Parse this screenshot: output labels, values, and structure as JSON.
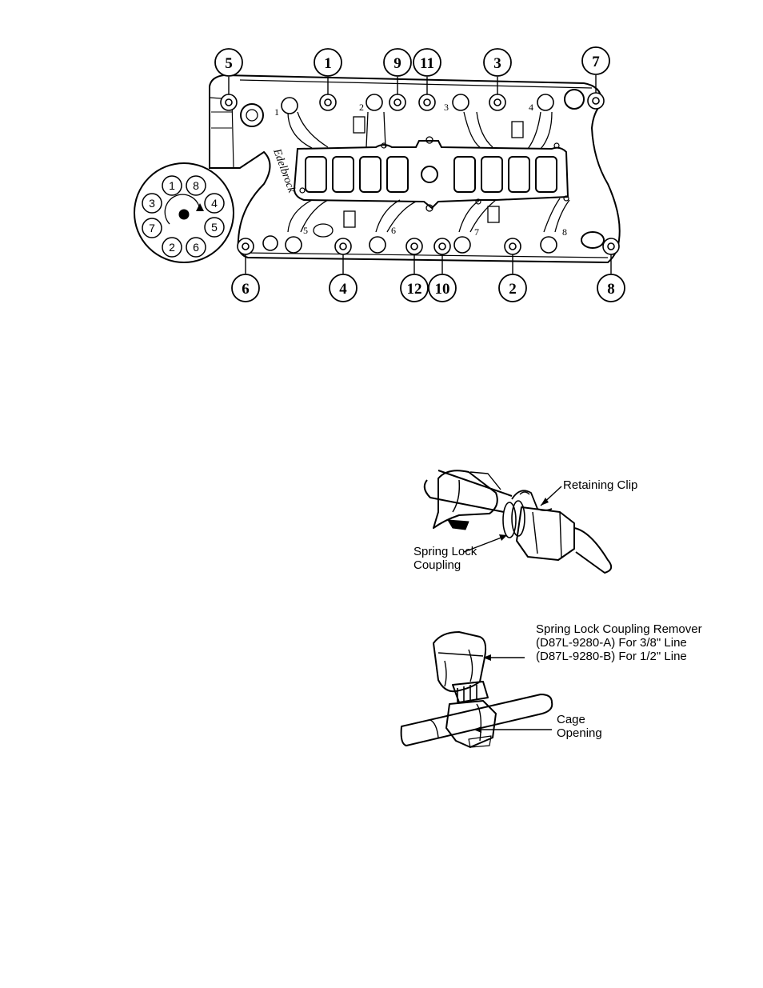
{
  "manifold": {
    "torque_sequence": [
      "5",
      "1",
      "9",
      "11",
      "3",
      "7",
      "6",
      "4",
      "12",
      "10",
      "2",
      "8"
    ],
    "port_numbers": [
      "1",
      "2",
      "3",
      "4",
      "5",
      "6",
      "7",
      "8"
    ],
    "logo": "Edelbrock"
  },
  "firing_order_dial": {
    "cylinders": [
      "1",
      "8",
      "4",
      "5",
      "6",
      "2",
      "7",
      "3"
    ]
  },
  "retaining_clip_figure": {
    "retaining_clip_label": "Retaining Clip",
    "spring_lock_line1": "Spring Lock",
    "spring_lock_line2": "Coupling"
  },
  "remover_figure": {
    "remover_line1": "Spring Lock Coupling Remover",
    "remover_line2": "(D87L-9280-A) For 3/8\" Line",
    "remover_line3": "(D87L-9280-B) For 1/2\" Line",
    "cage_line1": "Cage",
    "cage_line2": "Opening"
  }
}
